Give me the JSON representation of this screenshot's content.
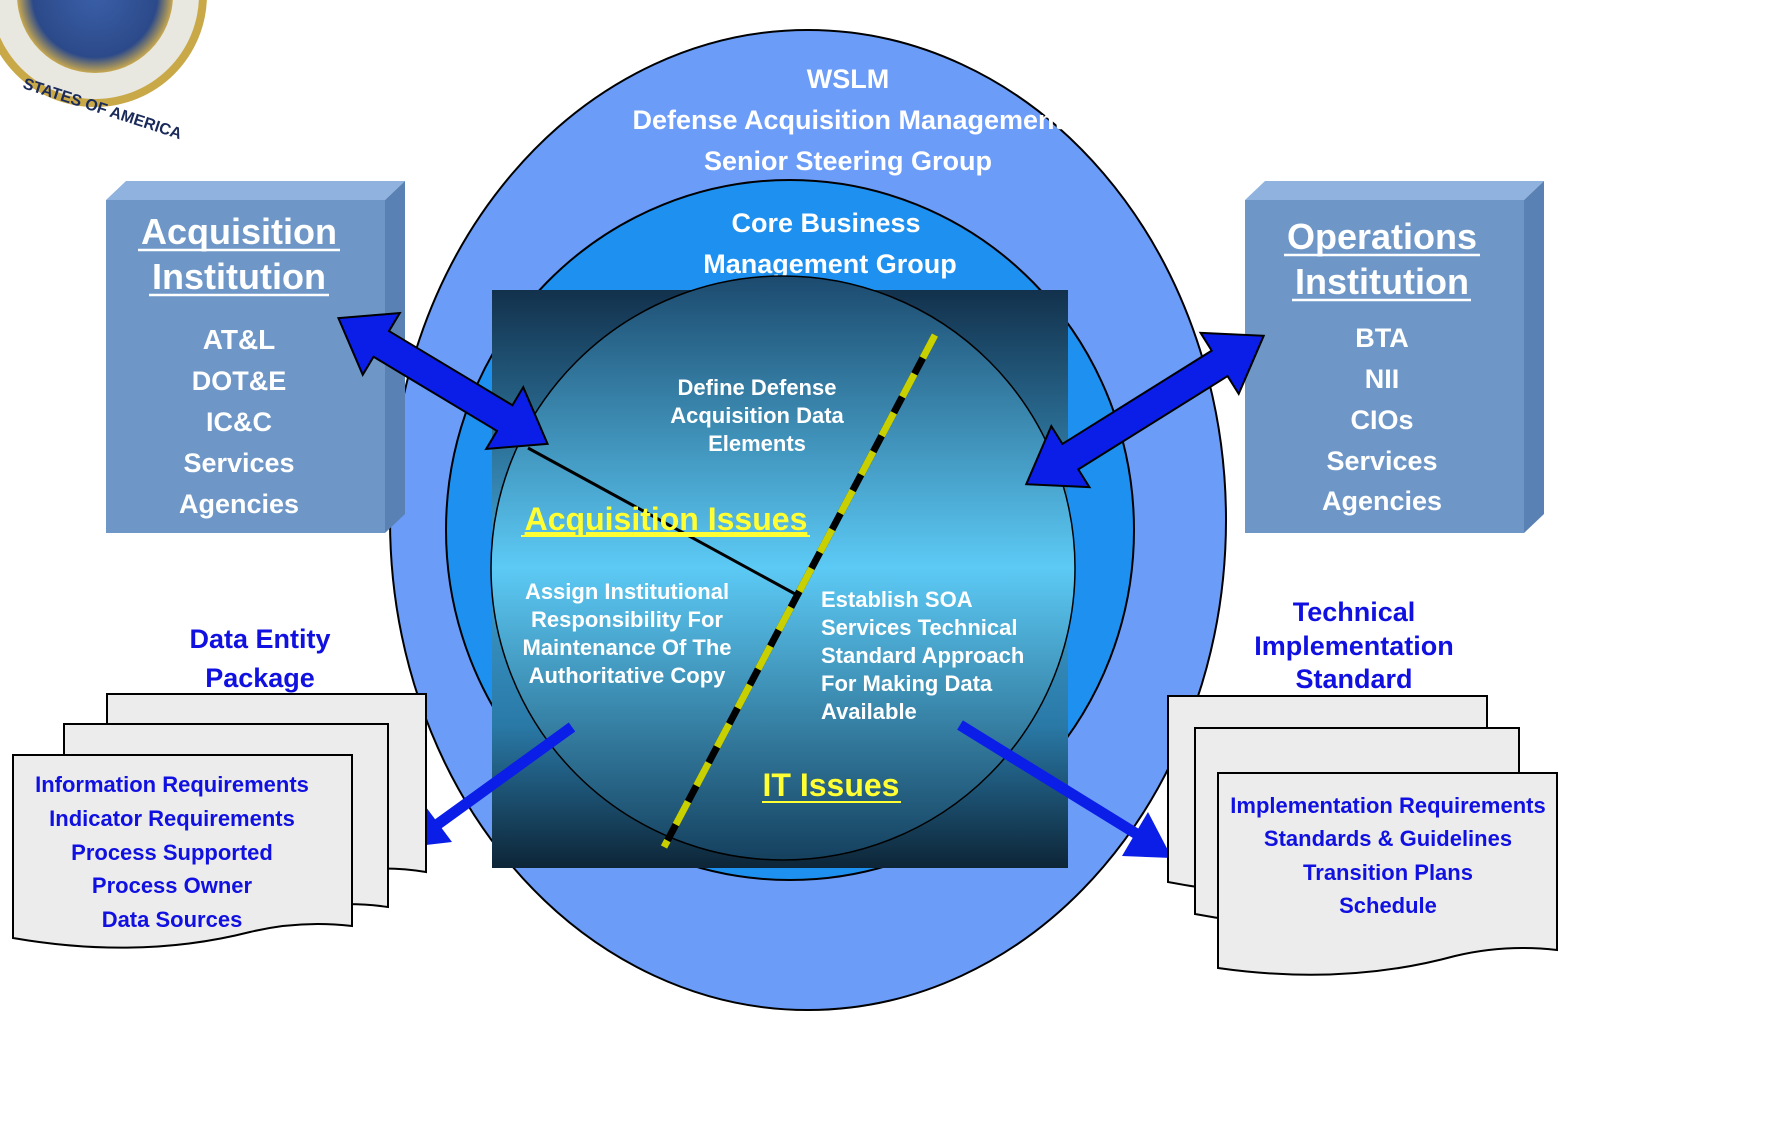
{
  "seal": {
    "text": "STATES OF AMERICA"
  },
  "outer_circle": {
    "lines": [
      "WSLM",
      "Defense Acquisition Management",
      "Senior Steering Group"
    ]
  },
  "middle_circle": {
    "lines": [
      "Core Business",
      "Management Group"
    ]
  },
  "core": {
    "define": [
      "Define Defense",
      "Acquisition Data",
      "Elements"
    ],
    "acquisition_issues": "Acquisition Issues",
    "assign": [
      "Assign Institutional",
      "Responsibility For",
      "Maintenance Of The",
      "Authoritative Copy"
    ],
    "establish": [
      "Establish SOA",
      "Services Technical",
      "Standard Approach",
      "For Making Data",
      "Available"
    ],
    "it_issues": "IT Issues"
  },
  "acquisition_institution": {
    "title": [
      "Acquisition",
      "Institution"
    ],
    "items": [
      "AT&L",
      "DOT&E",
      "IC&C",
      "Services",
      "Agencies"
    ]
  },
  "operations_institution": {
    "title": [
      "Operations",
      "Institution"
    ],
    "items": [
      "BTA",
      "NII",
      "CIOs",
      "Services",
      "Agencies"
    ]
  },
  "data_entity_package": {
    "title": [
      "Data Entity",
      "Package"
    ],
    "items": [
      "Information Requirements",
      "Indicator Requirements",
      "Process Supported",
      "Process Owner",
      "Data Sources"
    ]
  },
  "technical_standard": {
    "title": [
      "Technical",
      "Implementation",
      "Standard"
    ],
    "items": [
      "Implementation Requirements",
      "Standards & Guidelines",
      "Transition Plans",
      "Schedule"
    ]
  },
  "colors": {
    "outer_circle": "#6b9cf8",
    "middle_circle": "#1e90f0",
    "inner_circle": "#5ccaf5",
    "square_top": "#0f2c44",
    "square_bottom": "#0d2537",
    "box_front": "#6e97c8",
    "box_side": "#5a81b3",
    "box_top": "#8fb3de",
    "arrow": "#0a1ee8",
    "issue_yellow": "#ffff33",
    "list_blue": "#1010e0",
    "dash_yellow": "#c8d000"
  }
}
